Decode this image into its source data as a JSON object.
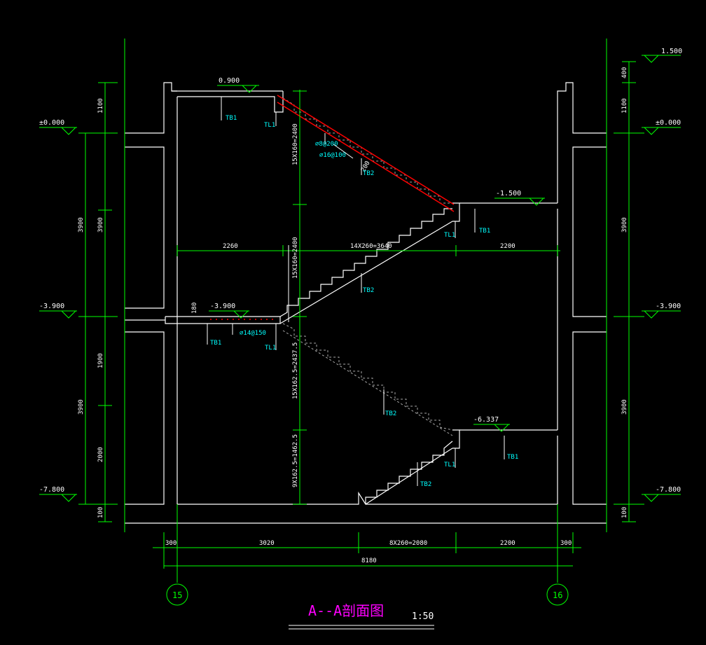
{
  "drawing": {
    "title": "A--A剖面图",
    "scale": "1:50",
    "axes": {
      "left": "15",
      "right": "16"
    }
  },
  "elevations": {
    "left_top": "±0.000",
    "left_mid": "-3.900",
    "left_bot": "-7.800",
    "right_top1": "1.500",
    "right_top2": "±0.000",
    "right_mid": "-3.900",
    "right_bot": "-7.800",
    "landing_top": "0.900",
    "landing_mid_right": "-1.500",
    "landing_mid_left": "-3.900",
    "landing_low_right": "-6.337"
  },
  "dims": {
    "left": {
      "d1100": "1100",
      "d3900a": "3900",
      "d3900b": "3900",
      "d1900": "1900",
      "d2000": "2000",
      "d100": "100"
    },
    "left_outer": {
      "o3900a": "3900",
      "o3900b": "3900"
    },
    "right": {
      "r400": "400",
      "r1100": "1100",
      "r3900a": "3900",
      "r3900b": "3900",
      "r100": "100"
    },
    "bottom": {
      "b300l": "300",
      "b3020": "3020",
      "b8x260": "8X260=2080",
      "b2200": "2200",
      "b300r": "300",
      "total": "8180"
    },
    "mid": {
      "m2260": "2260",
      "m14x260": "14X260=3640",
      "m2200": "2200"
    },
    "vertical": {
      "v1": "15X160=2400",
      "v2": "15X160=2400",
      "v3": "15X162.5=2437.5",
      "v4": "9X162.5=1462.5"
    },
    "slab": "180",
    "slab2": "200"
  },
  "tags": {
    "tb1": "TB1",
    "tb2": "TB2",
    "tl1": "TL1"
  },
  "rebar": {
    "r1": "⌀8@200",
    "r2": "⌀16@100",
    "r3": "⌀14@150"
  },
  "colors": {
    "structure": "#ffffff",
    "dimension": "#00ff00",
    "annotation": "#00ffff",
    "rebar": "#ff0000",
    "title": "#ff00ff"
  }
}
